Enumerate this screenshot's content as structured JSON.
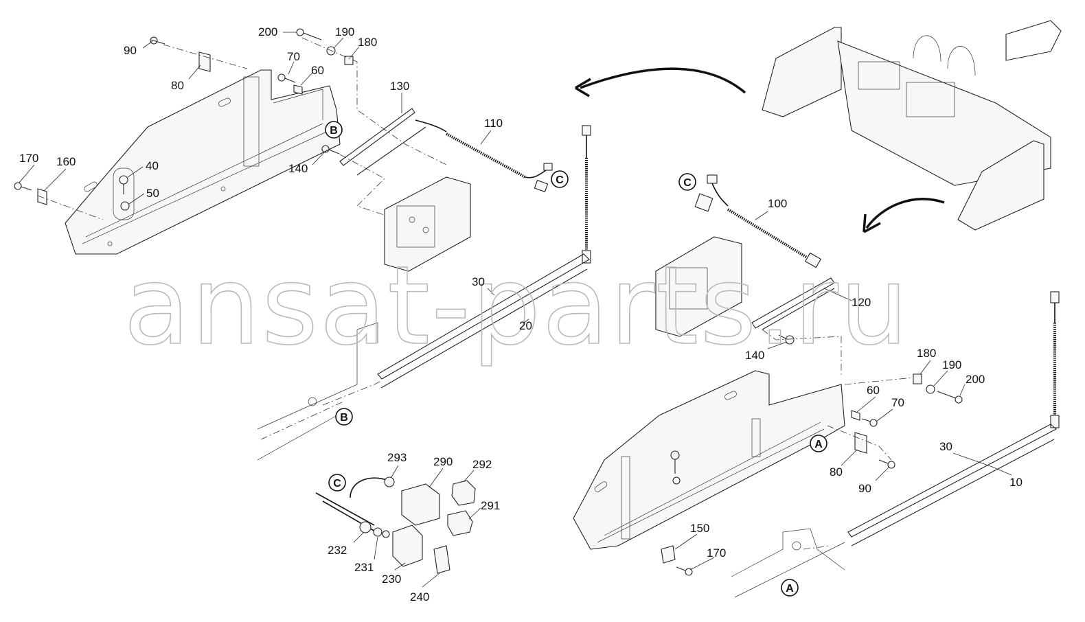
{
  "watermark": {
    "text": "ansat-parts.ru"
  },
  "callouts": [
    {
      "id": "c-200-top",
      "text": "200"
    },
    {
      "id": "c-190-top",
      "text": "190"
    },
    {
      "id": "c-180-top",
      "text": "180"
    },
    {
      "id": "c-90-top",
      "text": "90"
    },
    {
      "id": "c-80-top",
      "text": "80"
    },
    {
      "id": "c-70-top",
      "text": "70"
    },
    {
      "id": "c-60-top",
      "text": "60"
    },
    {
      "id": "c-130",
      "text": "130"
    },
    {
      "id": "c-110",
      "text": "110"
    },
    {
      "id": "c-170-left",
      "text": "170"
    },
    {
      "id": "c-160",
      "text": "160"
    },
    {
      "id": "c-40",
      "text": "40"
    },
    {
      "id": "c-50",
      "text": "50"
    },
    {
      "id": "c-140-top",
      "text": "140"
    },
    {
      "id": "c-30-mid",
      "text": "30"
    },
    {
      "id": "c-20",
      "text": "20"
    },
    {
      "id": "c-100",
      "text": "100"
    },
    {
      "id": "c-120",
      "text": "120"
    },
    {
      "id": "c-140-mid",
      "text": "140"
    },
    {
      "id": "c-180-right",
      "text": "180"
    },
    {
      "id": "c-190-right",
      "text": "190"
    },
    {
      "id": "c-200-right",
      "text": "200"
    },
    {
      "id": "c-60-right",
      "text": "60"
    },
    {
      "id": "c-70-right",
      "text": "70"
    },
    {
      "id": "c-80-right",
      "text": "80"
    },
    {
      "id": "c-90-right",
      "text": "90"
    },
    {
      "id": "c-30-right",
      "text": "30"
    },
    {
      "id": "c-10",
      "text": "10"
    },
    {
      "id": "c-150",
      "text": "150"
    },
    {
      "id": "c-170-right",
      "text": "170"
    },
    {
      "id": "c-293",
      "text": "293"
    },
    {
      "id": "c-290",
      "text": "290"
    },
    {
      "id": "c-292",
      "text": "292"
    },
    {
      "id": "c-291",
      "text": "291"
    },
    {
      "id": "c-232",
      "text": "232"
    },
    {
      "id": "c-231",
      "text": "231"
    },
    {
      "id": "c-230",
      "text": "230"
    },
    {
      "id": "c-240",
      "text": "240"
    }
  ],
  "ref_markers": [
    {
      "id": "r-b-top",
      "text": "B"
    },
    {
      "id": "r-c-top",
      "text": "C"
    },
    {
      "id": "r-c-mid",
      "text": "C"
    },
    {
      "id": "r-b-bottom",
      "text": "B"
    },
    {
      "id": "r-a-right",
      "text": "A"
    },
    {
      "id": "r-c-detail",
      "text": "C"
    },
    {
      "id": "r-a-bottom",
      "text": "A"
    }
  ]
}
